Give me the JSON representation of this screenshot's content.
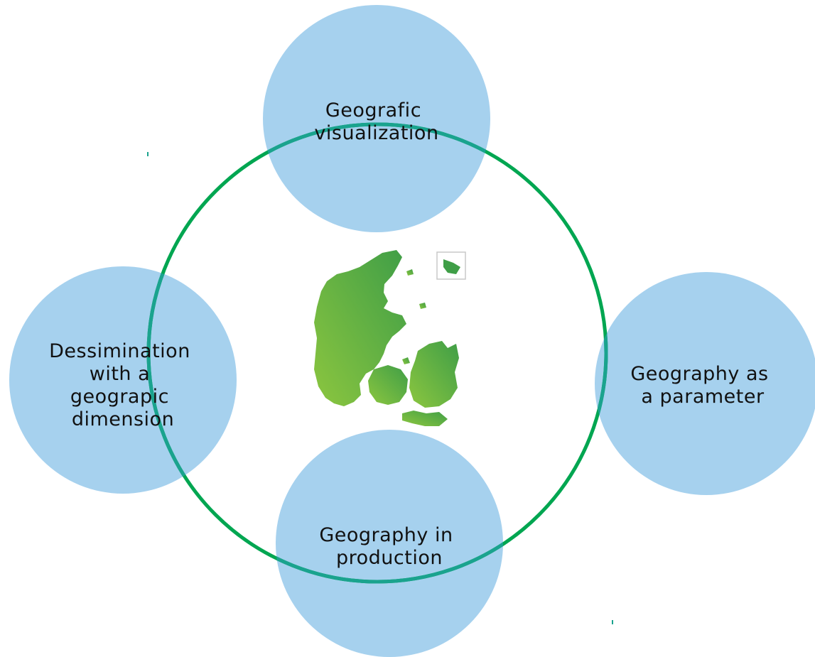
{
  "colors": {
    "bubble_fill": "#a6d1ee",
    "ring_stroke": "#00a651",
    "overlap_stroke": "#1aa38e",
    "map_light": "#8cc63f",
    "map_dark": "#3f9e47",
    "text": "#111111"
  },
  "center_icon": "denmark-map-icon",
  "nodes": [
    {
      "id": "top",
      "lines": [
        "Geografic",
        "visualization"
      ]
    },
    {
      "id": "left",
      "lines": [
        "Dessimination",
        "with a",
        "geograpic",
        "dimension"
      ]
    },
    {
      "id": "right",
      "lines": [
        "Geography as",
        "a parameter"
      ]
    },
    {
      "id": "bottom",
      "lines": [
        "Geography in",
        "production"
      ]
    }
  ]
}
